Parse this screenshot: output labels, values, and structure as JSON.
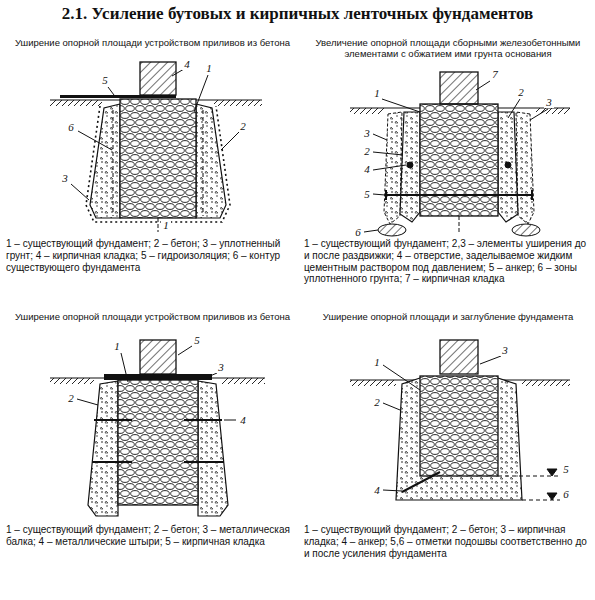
{
  "diagram": {
    "title": "2.1. Усиление бутовых и кирпичных ленточных фундаментов",
    "labels": [
      "Уширение опорной площади устройством приливов из бетона",
      "5",
      "4",
      "1",
      "6",
      "2",
      "3",
      "1",
      "1 – существующий фундамент; 2 – бетон; 3 – уплотненный грунт; 4 – кирпичная кладка; 5 – гидроизоляция; 6 – контур существующего фундамента",
      "Увеличение опорной площади сборными железобетонными элементами с обжатием ими грунта основания",
      "7",
      "1",
      "2",
      "3",
      "3",
      "2",
      "4",
      "5",
      "6",
      "1 – существующий фундамент; 2,3 – элементы уширения до и после раздвижки; 4 – отверстие, заделываемое жидким цементным раствором под давлением; 5 – анкер; 6 – зоны уплотненного грунта; 7 – кирпичная кладка",
      "Уширение опорной площади устройством приливов из бетона",
      "1",
      "5",
      "3",
      "2",
      "4",
      "1 – существующий фундамент; 2 – бетон; 3 – металлическая балка; 4 – металлические штыри; 5 – кирпичная кладка",
      "Уширение опорной площади и заглубление фундамента",
      "1",
      "2",
      "3",
      "4",
      "5",
      "6",
      "1 – существующий фундамент; 2 – бетон; 3 – кирпичная кладка; 4 – анкер; 5,6 – отметки подошвы соответственно до и после усиления фундамента"
    ]
  }
}
